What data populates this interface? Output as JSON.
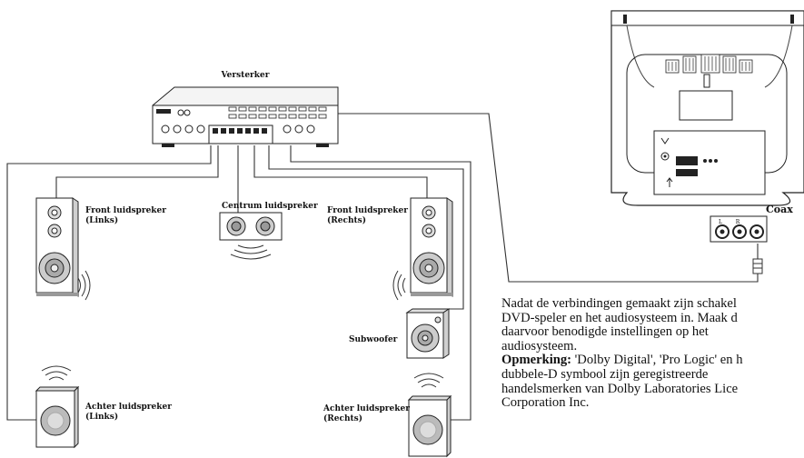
{
  "labels": {
    "amplifier": "Versterker",
    "front_left": [
      "Front luidspreker",
      "(Links)"
    ],
    "center": "Centrum luidspreker",
    "front_right": [
      "Front luidspreker",
      "(Rechts)"
    ],
    "subwoofer": "Subwoofer",
    "rear_left": [
      "Achter luidspreker",
      "(Links)"
    ],
    "rear_right": [
      "Achter luidspreker",
      "(Rechts)"
    ],
    "coax": "Coax",
    "jack_left": "L",
    "jack_right": "R"
  },
  "caption": {
    "lines": [
      "Nadat de verbindingen gemaakt zijn schakel",
      "DVD-speler en het audiosysteem in. Maak d",
      "daarvoor benodigde instellingen op het",
      "audiosysteem."
    ],
    "note_label": "Opmerking:",
    "note_first": " 'Dolby Digital', 'Pro Logic' en h",
    "note_lines": [
      "dubbele-D symbool zijn geregistreerde",
      "handelsmerken van Dolby Laboratories Lice",
      "Corporation Inc."
    ]
  },
  "colors": {
    "line": "#2a2a2a",
    "gray": "#8a8a8a",
    "light": "#e6e6e6"
  }
}
